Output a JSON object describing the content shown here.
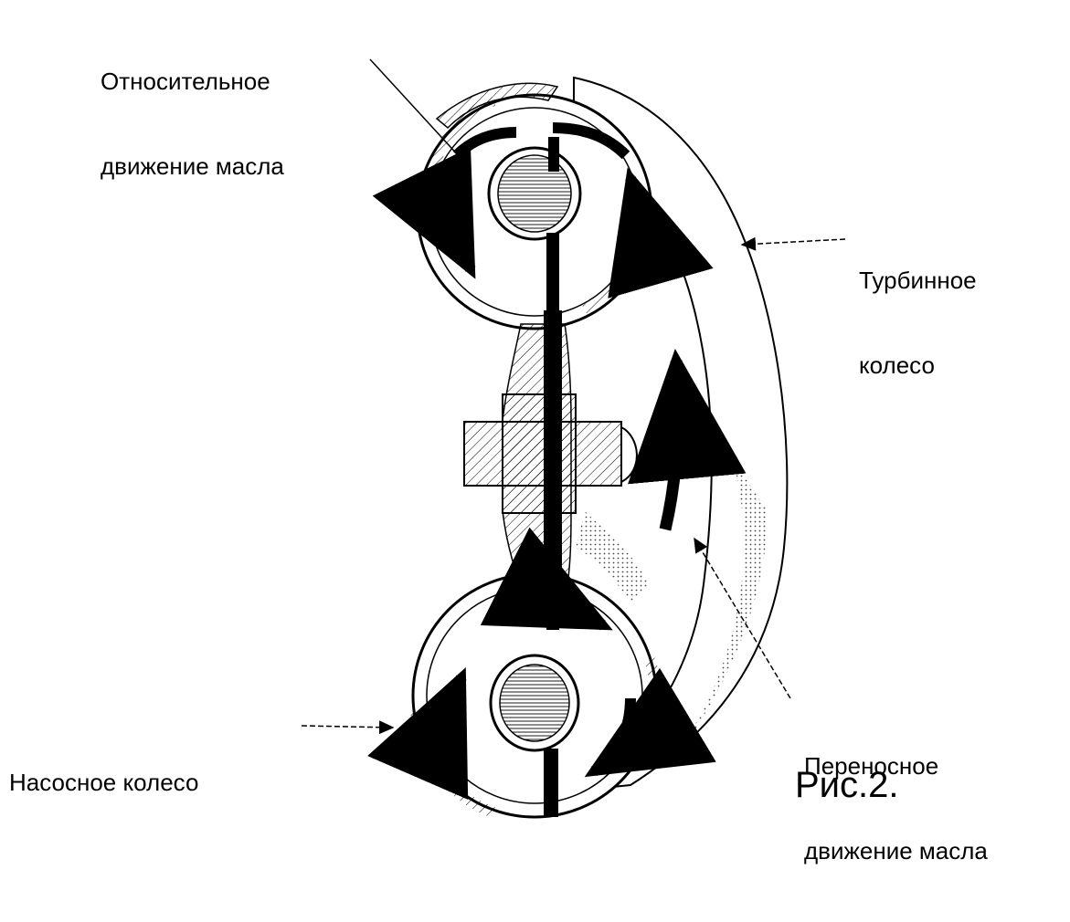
{
  "labels": {
    "relative": [
      "Относительное",
      "движение масла"
    ],
    "turbine": [
      "Турбинное",
      "колесо"
    ],
    "pump": [
      "Насосное колесо"
    ],
    "transfer": [
      "Переносное",
      "движение масла"
    ]
  },
  "caption": "Рис.2."
}
